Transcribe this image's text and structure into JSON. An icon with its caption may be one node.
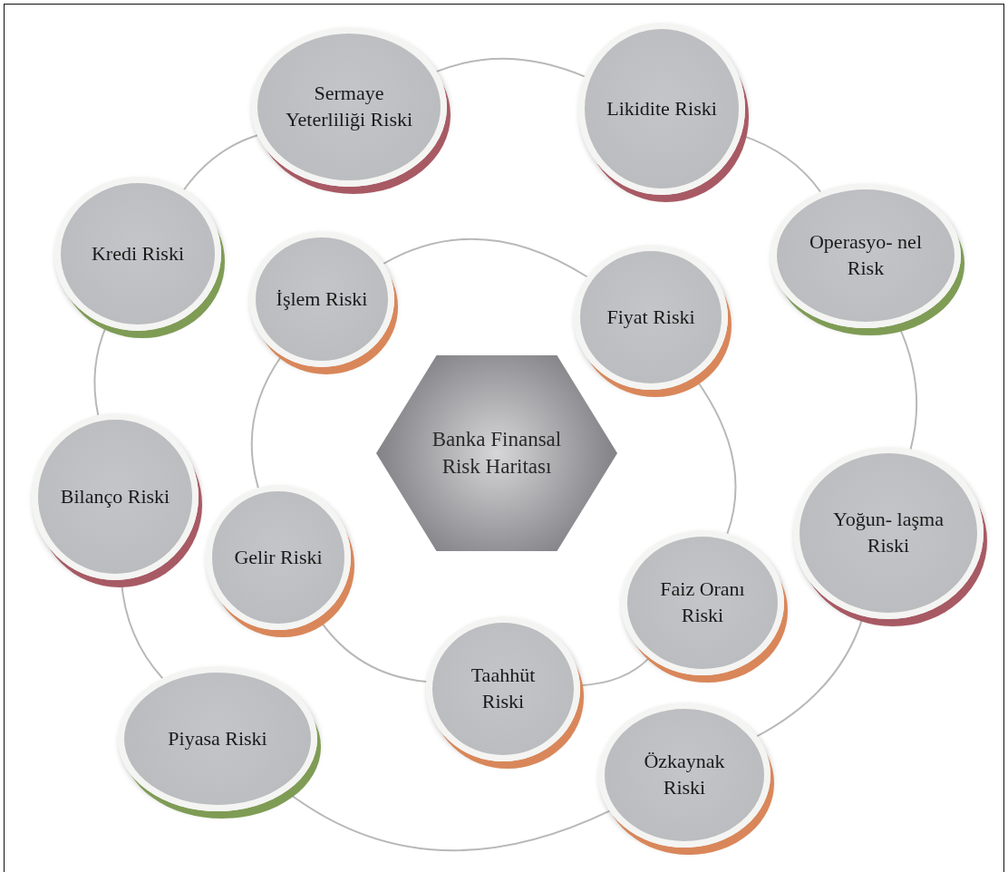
{
  "diagram": {
    "nodes": [
      {
        "text": [
          "Sermaye Yeterliliği Riski"
        ]
      },
      {
        "text": [
          "Likidite Riski"
        ]
      },
      {
        "text": [
          "Kredi Riski"
        ]
      },
      {
        "text": [
          "Operasyo- nel Risk"
        ]
      },
      {
        "text": [
          "İşlem Riski"
        ]
      },
      {
        "text": [
          "Fiyat Riski"
        ]
      },
      {
        "text": [
          "Banka Finansal Risk Haritası"
        ]
      },
      {
        "text": [
          "Bilanço Riski"
        ]
      },
      {
        "text": [
          "Yoğun- laşma Riski"
        ]
      },
      {
        "text": [
          "Gelir Riski"
        ]
      },
      {
        "text": [
          "Faiz Oranı Riski"
        ]
      },
      {
        "text": [
          "Taahhüt Riski"
        ]
      },
      {
        "text": [
          "Piyasa Riski"
        ]
      },
      {
        "text": [
          "Özkaynak Riski"
        ]
      }
    ],
    "edges": [
      {
        "from": 2,
        "to": 0,
        "arrow": "none"
      },
      {
        "from": 0,
        "to": 1,
        "arrow": "none"
      },
      {
        "from": 1,
        "to": 3,
        "arrow": "none"
      },
      {
        "from": 3,
        "to": 8,
        "arrow": "none"
      },
      {
        "from": 8,
        "to": 13,
        "arrow": "none"
      },
      {
        "from": 13,
        "to": 12,
        "arrow": "none"
      },
      {
        "from": 12,
        "to": 7,
        "arrow": "none"
      },
      {
        "from": 7,
        "to": 2,
        "arrow": "none"
      },
      {
        "from": 4,
        "to": 5,
        "arrow": "none"
      },
      {
        "from": 5,
        "to": 10,
        "arrow": "none"
      },
      {
        "from": 10,
        "to": 11,
        "arrow": "none"
      },
      {
        "from": 11,
        "to": 9,
        "arrow": "none"
      },
      {
        "from": 9,
        "to": 4,
        "arrow": "none"
      }
    ]
  }
}
